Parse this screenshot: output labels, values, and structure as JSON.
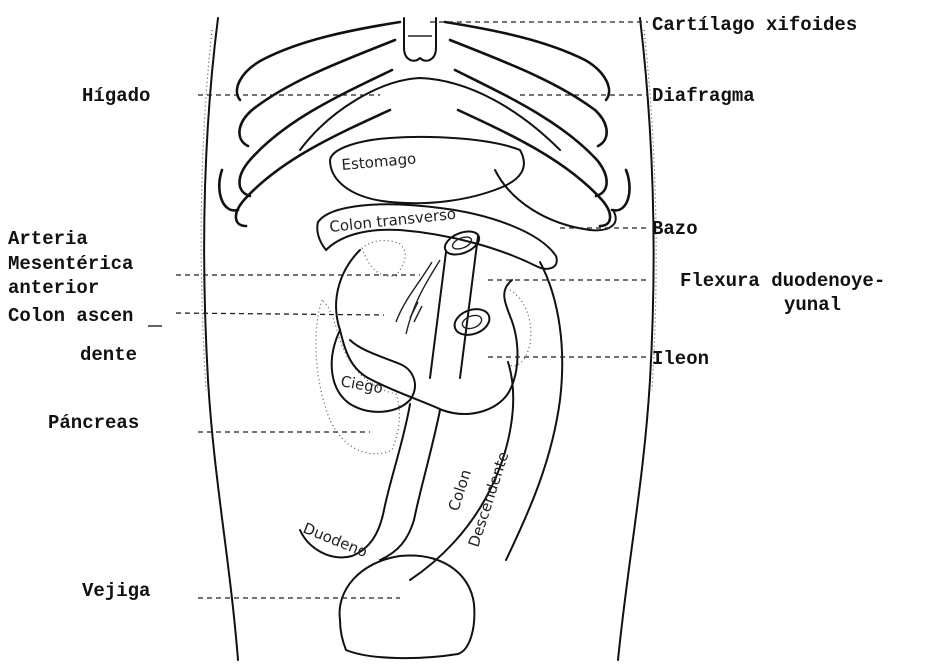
{
  "labels": {
    "cartilago": "Cartílago xifoides",
    "higado": "Hígado",
    "diafragma": "Diafragma",
    "bazo": "Bazo",
    "arteria_1": "Arteria",
    "arteria_2": "Mesentérica",
    "arteria_3": "anterior",
    "flexura_1": "Flexura duodenoye-",
    "flexura_2": "yunal",
    "colon_asc_1": "Colon ascen",
    "colon_asc_2": "dente",
    "ileon": "Ileon",
    "pancreas": "Páncreas",
    "vejiga": "Vejiga"
  },
  "inner_labels": {
    "estomago": "Estomago",
    "colon_transverso": "Colon transverso",
    "ciego": "Ciego",
    "duodeno": "Duodeno",
    "colon_desc_1": "Colon",
    "colon_desc_2": "Descendente"
  }
}
